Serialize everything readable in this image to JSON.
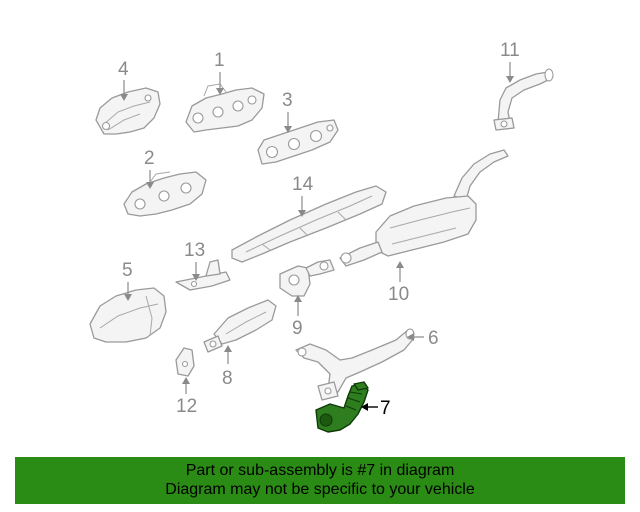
{
  "callouts": {
    "c1": "1",
    "c2": "2",
    "c3": "3",
    "c4": "4",
    "c5": "5",
    "c6": "6",
    "c7": "7",
    "c8": "8",
    "c9": "9",
    "c10": "10",
    "c11": "11",
    "c12": "12",
    "c13": "13",
    "c14": "14"
  },
  "highlight": {
    "part_number": "7",
    "color": "#2e7d1e"
  },
  "banner": {
    "line1": "Part or sub-assembly is #7 in diagram",
    "line2": "Diagram may not be specific to your vehicle",
    "background": "#2a8c14"
  }
}
